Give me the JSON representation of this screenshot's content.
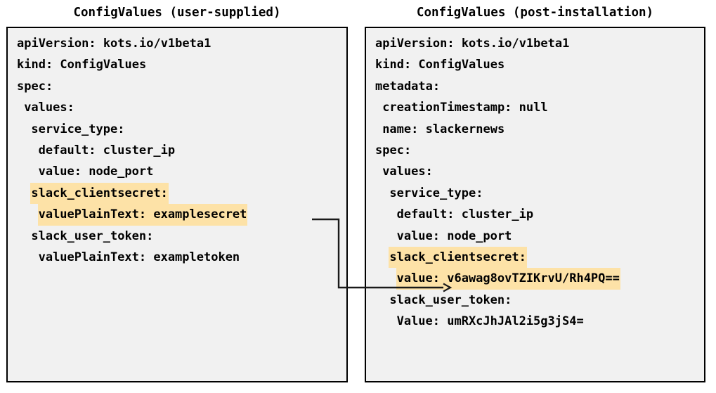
{
  "panels": {
    "left": {
      "title": "ConfigValues (user-supplied)",
      "lines": [
        {
          "indent": 0,
          "text": "apiVersion: kots.io/v1beta1",
          "highlight": false
        },
        {
          "indent": 0,
          "text": "kind: ConfigValues",
          "highlight": false
        },
        {
          "indent": 0,
          "text": "spec:",
          "highlight": false
        },
        {
          "indent": 1,
          "text": "values:",
          "highlight": false
        },
        {
          "indent": 2,
          "text": "service_type:",
          "highlight": false
        },
        {
          "indent": 3,
          "text": "default: cluster_ip",
          "highlight": false
        },
        {
          "indent": 3,
          "text": "value: node_port",
          "highlight": false
        },
        {
          "indent": 2,
          "text": "slack_clientsecret:",
          "highlight": true
        },
        {
          "indent": 3,
          "text": "valuePlainText: examplesecret",
          "highlight": true
        },
        {
          "indent": 2,
          "text": "slack_user_token:",
          "highlight": false
        },
        {
          "indent": 3,
          "text": "valuePlainText: exampletoken",
          "highlight": false
        }
      ]
    },
    "right": {
      "title": "ConfigValues (post-installation)",
      "lines": [
        {
          "indent": 0,
          "text": "apiVersion: kots.io/v1beta1",
          "highlight": false
        },
        {
          "indent": 0,
          "text": "kind: ConfigValues",
          "highlight": false
        },
        {
          "indent": 0,
          "text": "metadata:",
          "highlight": false
        },
        {
          "indent": 1,
          "text": "creationTimestamp: null",
          "highlight": false
        },
        {
          "indent": 1,
          "text": "name: slackernews",
          "highlight": false
        },
        {
          "indent": 0,
          "text": "spec:",
          "highlight": false
        },
        {
          "indent": 1,
          "text": "values:",
          "highlight": false
        },
        {
          "indent": 2,
          "text": "service_type:",
          "highlight": false
        },
        {
          "indent": 3,
          "text": "default: cluster_ip",
          "highlight": false
        },
        {
          "indent": 3,
          "text": "value: node_port",
          "highlight": false
        },
        {
          "indent": 2,
          "text": "slack_clientsecret:",
          "highlight": true
        },
        {
          "indent": 3,
          "text": "value: v6awag8ovTZIKrvU/Rh4PQ==",
          "highlight": true
        },
        {
          "indent": 2,
          "text": "slack_user_token:",
          "highlight": false
        },
        {
          "indent": 3,
          "text": "Value: umRXcJhJAl2i5g3jS4=",
          "highlight": false
        }
      ]
    }
  },
  "connector": {
    "label": "maps-user-supplied-secret-to-encrypted-value"
  },
  "colors": {
    "highlight": "#fde2a7",
    "panel_background": "#f1f1f1",
    "border": "#000000",
    "text": "#000000"
  }
}
